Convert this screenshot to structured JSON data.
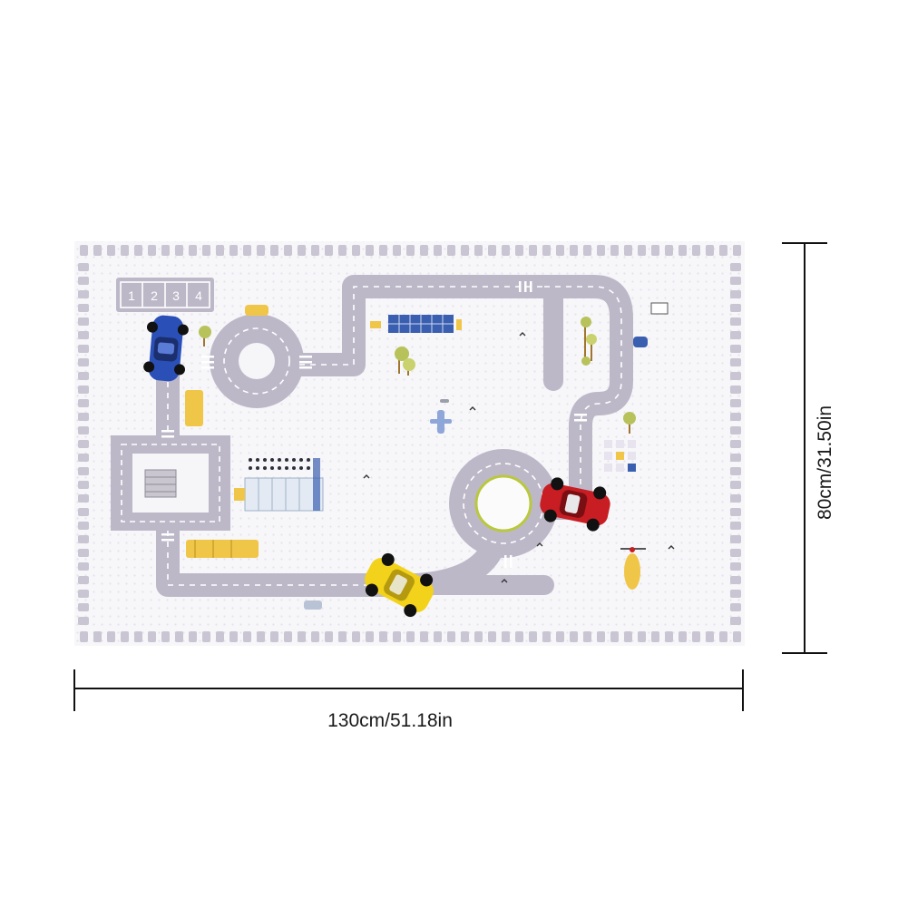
{
  "dimensions": {
    "width_label": "130cm/51.18in",
    "height_label": "80cm/31.50in"
  },
  "mat": {
    "parking_numbers": [
      "1",
      "2",
      "3",
      "4"
    ],
    "colors": {
      "mat_background": "#f6f5f8",
      "border_tiles": "#c9c5d3",
      "road": "#bdb8c8",
      "road_marking": "#ffffff",
      "blue_car": "#2a50b8",
      "red_car": "#c81d22",
      "yellow_car": "#f2d21a",
      "accent_yellow": "#f0c648",
      "tree_green": "#b7c25a",
      "building_blue": "#3b5fb0"
    }
  }
}
